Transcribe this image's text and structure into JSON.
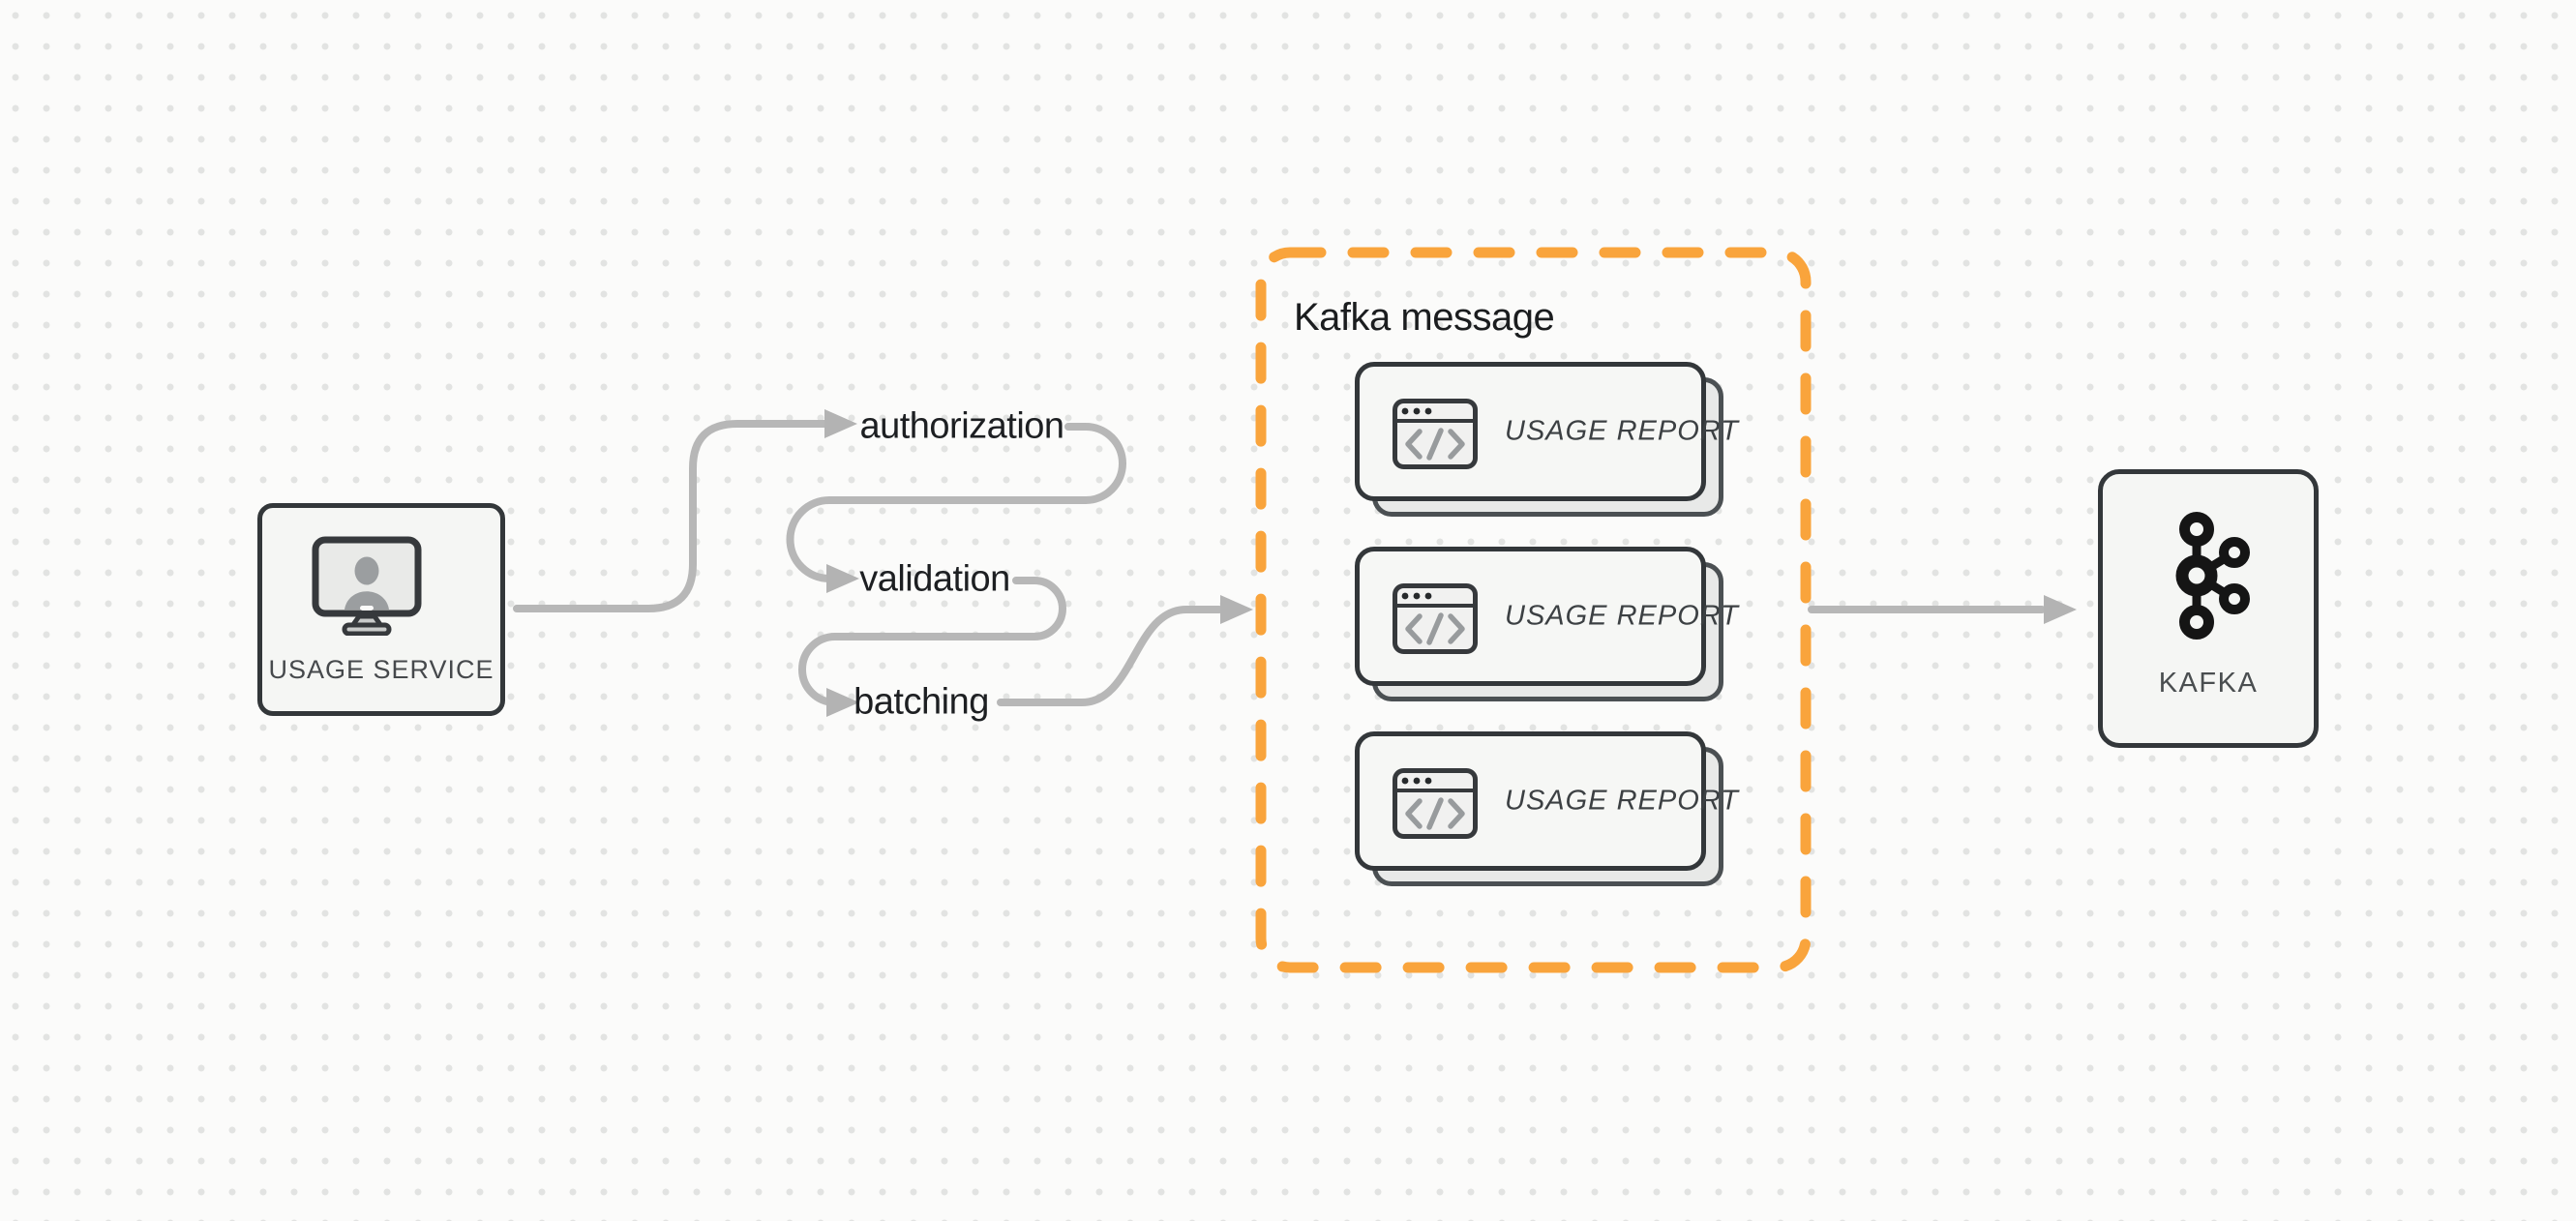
{
  "diagram": {
    "background": {
      "color": "#fbfbfa",
      "dot_color": "#e2e3e2"
    },
    "colors": {
      "accent_orange": "#f9a43c",
      "node_border": "#33373a",
      "node_fill": "#f5f6f4",
      "connector_gray": "#b7b7b7",
      "label_dark": "#1d1f22",
      "caption_muted": "#46494c",
      "icon_gray": "#989b9d",
      "card_shadow_fill": "#e8e9e8"
    },
    "usage_service": {
      "label": "USAGE SERVICE",
      "icon": "user-monitor-icon"
    },
    "pipeline_steps": [
      {
        "label": "authorization"
      },
      {
        "label": "validation"
      },
      {
        "label": "batching"
      }
    ],
    "kafka_message_group": {
      "title": "Kafka message",
      "cards": [
        {
          "label": "USAGE REPORT",
          "icon": "code-window-icon"
        },
        {
          "label": "USAGE REPORT",
          "icon": "code-window-icon"
        },
        {
          "label": "USAGE REPORT",
          "icon": "code-window-icon"
        }
      ]
    },
    "kafka_node": {
      "label": "KAFKA",
      "icon": "kafka-logo-icon"
    }
  }
}
